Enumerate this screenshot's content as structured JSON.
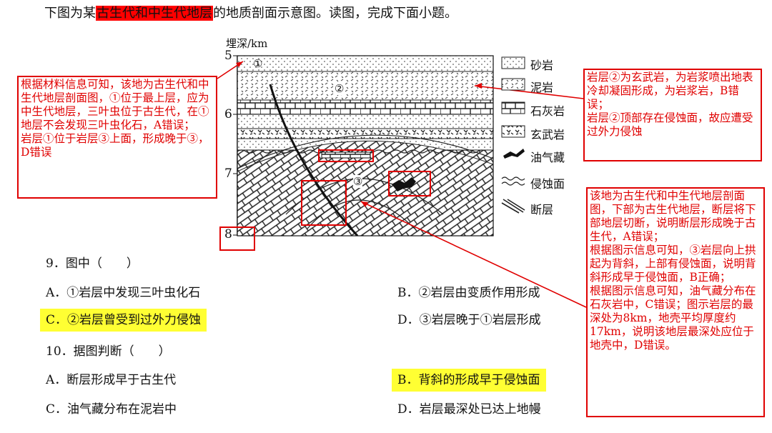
{
  "title": {
    "prefix": "下图为某",
    "highlight": "古生代和中生代地层",
    "suffix": "的地质剖面示意图。读图，完成下面小题。"
  },
  "figure": {
    "y_axis_label": "埋深/km",
    "ticks": [
      "5",
      "6",
      "7",
      "8"
    ],
    "layer_labels": [
      "①",
      "②",
      "③"
    ],
    "legend": [
      {
        "label": "砂岩",
        "icon": "sandstone-pattern"
      },
      {
        "label": "泥岩",
        "icon": "mudstone-pattern"
      },
      {
        "label": "石灰岩",
        "icon": "limestone-pattern"
      },
      {
        "label": "玄武岩",
        "icon": "basalt-pattern"
      },
      {
        "label": "油气藏",
        "icon": "oil-gas-pattern"
      },
      {
        "label": "侵蚀面",
        "icon": "erosion-surface-pattern"
      },
      {
        "label": "断层",
        "icon": "fault-pattern"
      }
    ]
  },
  "notes": {
    "left": "根据材料信息可知，该地为古生代和中生代地层剖面图，①位于最上层，应为中生代地层，三叶虫位于古生代，在①地层不会发现三叶虫化石，A错误；\n岩层①位于岩层③上面，形成晚于③，D错误",
    "right_top": "岩层②为玄武岩，为岩浆喷出地表冷却凝固形成，为岩浆岩，B错误；\n岩层②顶部存在侵蚀面，故应遭受过外力侵蚀",
    "right_bottom": "该地为古生代和中生代地层剖面图，下部为古生代地层，断层将下部地层切断，说明断层形成晚于古生代，A错误；\n根据图示信息可知，③岩层向上拱起为背斜，上部有侵蚀面，说明背斜形成早于侵蚀面，B正确；\n根据图示信息可知，油气藏分布在石灰岩中，C错误；图示岩层的最深处为8km，地壳平均厚度约17km，说明该地层最深处应位于地壳中，D错误。"
  },
  "questions": {
    "q9": {
      "stem": "9．图中（　　）",
      "A": "A．①岩层中发现三叶虫化石",
      "B": "B．②岩层由变质作用形成",
      "C": "C．②岩层曾受到过外力侵蚀",
      "D": "D．③岩层晚于①岩层形成"
    },
    "q10": {
      "stem": "10．据图判断（　　）",
      "A": "A．断层形成早于古生代",
      "B": "B．背斜的形成早于侵蚀面",
      "C": "C．油气藏分布在泥岩中",
      "D": "D．岩层最深处已达上地幔"
    }
  },
  "colors": {
    "annotation": "#e00000",
    "highlight_yellow": "#ffff33",
    "highlight_red": "#ff0000"
  }
}
